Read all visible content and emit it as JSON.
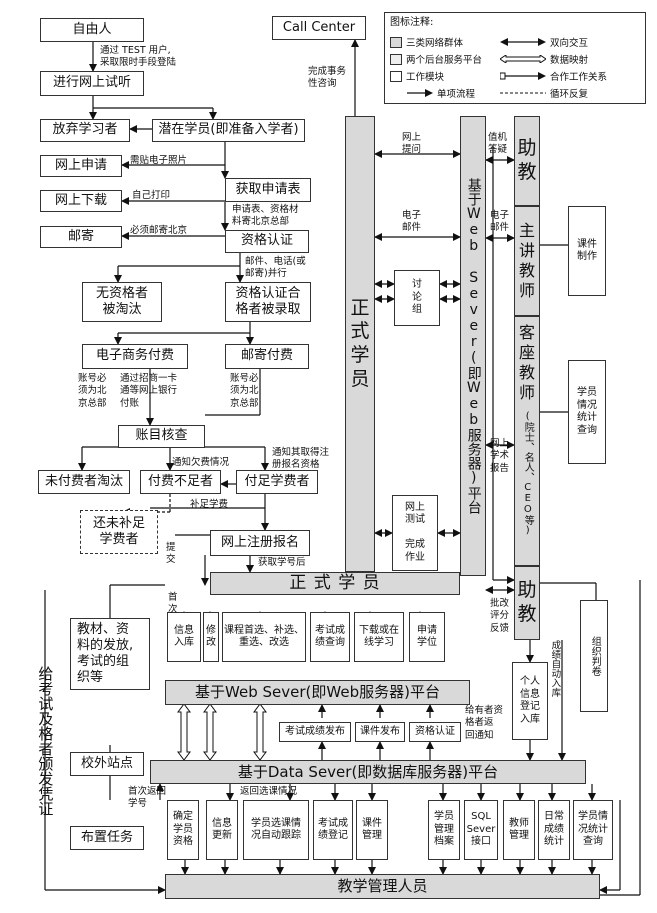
{
  "legend": {
    "title": "图标注释:",
    "entries": [
      "三类网络群体",
      "两个后台服务平台",
      "工作模块",
      "单项流程",
      "双向交互",
      "数据映射",
      "合作工作关系",
      "循环反复"
    ]
  },
  "nodes": {
    "free_person": "自由人",
    "online_trial": "进行网上试听",
    "give_up": "放弃学习者",
    "potential": "潜在学员(即准备入学者)",
    "apply_online": "网上申请",
    "download_online": "网上下载",
    "mail": "邮寄",
    "get_form": "获取申请表",
    "qualification": "资格认证",
    "unqualified": "无资格者\n被淘汰",
    "qualified": "资格认证合\n格者被录取",
    "ecommerce_pay": "电子商务付费",
    "mail_pay": "邮寄付费",
    "pay_left": "账号必\n须为北\n京总部",
    "pay_mid": "通过招商一卡\n通等网上银行\n付账",
    "pay_right": "账号必\n须为北\n京总部",
    "account_check": "账目核查",
    "unpaid_out": "未付费者淘汰",
    "pay_short": "付费不足者",
    "pay_full": "付足学费者",
    "unpaid_short": "还未补足\n学费者",
    "online_register": "网上注册报名",
    "formal_student_bar": "正 式 学 员",
    "call_center": "Call  Center",
    "formal_student_col": "正\n式\n学\n员",
    "web_server_col": "基于Web Sever(即Web服务器)平台",
    "discuss": "讨\n论\n组",
    "online_test": "网上\n测试\n\n完成\n作业",
    "assistant_top": "助\n教",
    "lecturer": "主讲\n教师",
    "guest_teacher": "客座\n教师",
    "guest_note": "(院士、名人、CEO等)",
    "assistant_bottom": "助\n教",
    "courseware_make": "课件\n制作",
    "student_stats": "学员\n情况\n统计\n查询",
    "org_exam": "组织判卷",
    "materials": "教材、资\n料的发放,\n考试的组\n织等",
    "offsite": "校外站点",
    "assign": "布置任务",
    "certificate": "给考试及格者颁发凭证",
    "info_entry": "信息\n入库",
    "modify": "修\n改",
    "course_select": "课程首选、补选、\n重选、改选",
    "score_query": "考试成\n绩查询",
    "download_study": "下载或在\n线学习",
    "apply_degree": "申请\n学位",
    "web_platform": "基于Web Sever(即Web服务器)平台",
    "score_publish": "考试成绩发布",
    "courseware_publish": "课件发布",
    "qual_auth": "资格认证",
    "personal_info": "个人\n信息\n登记\n入库",
    "data_platform": "基于Data Sever(即数据库服务器)平台",
    "confirm_qual": "确定\n学员\n资格",
    "info_update": "信息\n更新",
    "course_track": "学员选课情\n况自动跟踪",
    "score_register": "考试成\n绩登记",
    "courseware_mgmt": "课件\n管理",
    "student_archive": "学员\n管理\n档案",
    "sql_interface": "SQL\nSever\n接口",
    "teacher_mgmt": "教师\n管理",
    "daily_score": "日常\n成绩\n统计",
    "student_query": "学员情\n况统计\n查询",
    "admin": "教学管理人员"
  },
  "labels": {
    "test_user": "通过 TEST 用户,\n采取限时手段登陆",
    "need_photo": "需贴电子照片",
    "print_self": "自己打印",
    "mail_beijing": "必须邮寄北京",
    "form_material": "申请表、资格材\n料寄北京总部",
    "mail_phone": "邮件、电话(或\n邮寄)并行",
    "notify_short": "通知欠费情况",
    "notify_no_id": "通知其取得注\n册报名资格",
    "supplement": "补足学费",
    "submit": "提\n交",
    "get_id": "获取学号后",
    "first_time": "首\n次",
    "complete_consult": "完成事务\n性咨询",
    "online_question": "网上\n提问",
    "email1": "电子\n邮件",
    "duty_answer": "值机\n答疑",
    "email2": "电子\n邮件",
    "online_report": "网上\n学术\n报告",
    "grade_feedback": "批改\n评分\n反馈",
    "score_auto": "成绩自动入库",
    "return_notice": "给有者资\n格者返\n回通知",
    "first_return_id": "首次返回\n学号",
    "return_course": "返回选课情况"
  }
}
